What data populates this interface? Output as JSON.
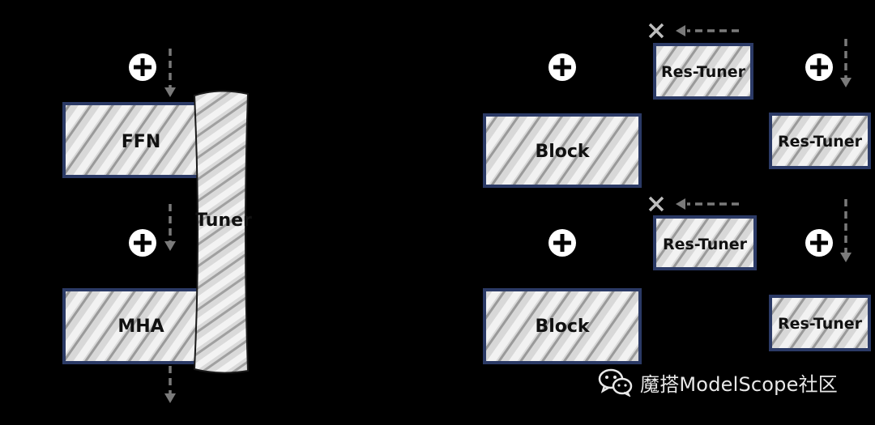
{
  "left": {
    "ffn_label": "FFN",
    "mha_label": "MHA",
    "tuner_label": "Tuner"
  },
  "right": {
    "block_top_label": "Block",
    "block_bottom_label": "Block",
    "res_tuner_top_1": "Res-Tuner",
    "res_tuner_top_2": "Res-Tuner",
    "res_tuner_bottom_1": "Res-Tuner",
    "res_tuner_bottom_2": "Res-Tuner"
  },
  "watermark": {
    "text": "魔搭ModelScope社区",
    "icon": "wechat-icon"
  },
  "colors": {
    "background": "#000000",
    "block_fill": "#d6d6d6",
    "block_border": "#2b3a66",
    "hatch": "#ffffff",
    "arrow": "#777777",
    "plus": "#ffffff"
  }
}
